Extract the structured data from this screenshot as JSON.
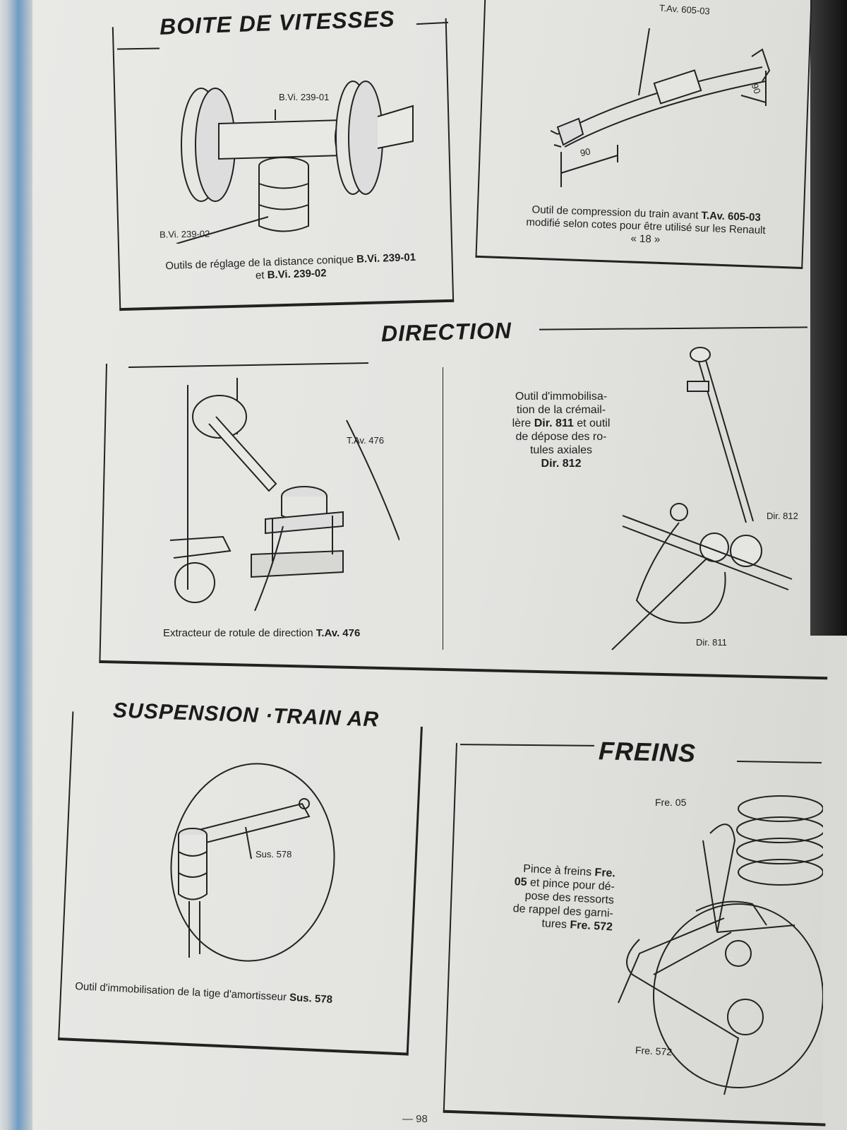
{
  "sections": {
    "boite": {
      "title": "BOITE DE VITESSES",
      "label_01": "B.Vi. 239-01",
      "label_02": "B.Vi. 239-02",
      "caption_a": "Outils de réglage de la distance conique ",
      "caption_b": "B.Vi. 239-01",
      "caption_c": "et ",
      "caption_d": "B.Vi. 239-02"
    },
    "train_avant": {
      "label_tool": "T.Av. 605-03",
      "dim_90_a": "90",
      "dim_90_b": "90",
      "caption_a": "Outil de compression du train avant ",
      "caption_b": "T.Av. 605-03",
      "caption_c": "modifié selon cotes pour être utilisé sur les Renault",
      "caption_d": "« 18 »"
    },
    "direction": {
      "title": "DIRECTION",
      "label_tav": "T.Av. 476",
      "caption_left_a": "Extracteur de rotule de direction ",
      "caption_left_b": "T.Av. 476",
      "right_text_1": "Outil d'immobilisa-",
      "right_text_2": "tion de la crémail-",
      "right_text_3a": "lère ",
      "right_text_3b": "Dir. 811",
      "right_text_3c": " et outil",
      "right_text_4": "de dépose des ro-",
      "right_text_5": "tules axiales",
      "right_text_6": "Dir. 812",
      "label_812": "Dir. 812",
      "label_811": "Dir. 811"
    },
    "suspension": {
      "title": "SUSPENSION ·TRAIN AR",
      "label_sus": "Sus. 578",
      "caption_a": "Outil d'immobilisation de la tige d'amortisseur ",
      "caption_b": "Sus. 578"
    },
    "freins": {
      "title": "FREINS",
      "label_05": "Fre. 05",
      "label_572": "Fre. 572",
      "text_1a": "Pince à freins ",
      "text_1b": "Fre.",
      "text_2a": "05",
      "text_2b": " et pince pour dé-",
      "text_3": "pose des ressorts",
      "text_4": "de rappel des garni-",
      "text_5a": "tures ",
      "text_5b": "Fre. 572"
    }
  },
  "footer": {
    "page_number": "— 98"
  }
}
